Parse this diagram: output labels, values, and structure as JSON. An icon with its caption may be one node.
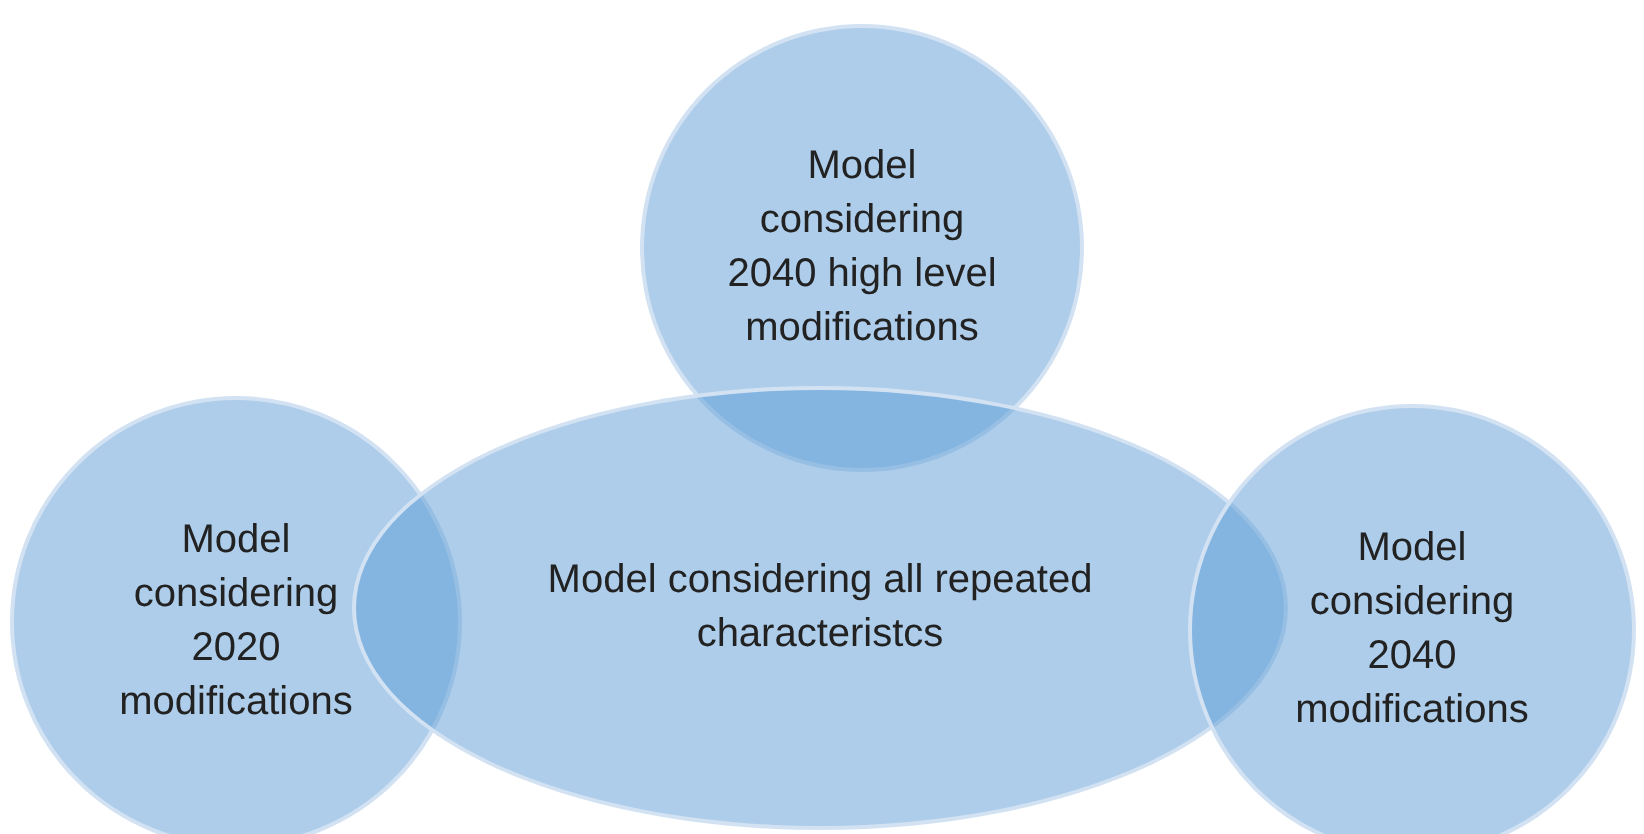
{
  "diagram": {
    "nodes": [
      {
        "text": [
          "Model considering 2040 high level modifications"
        ]
      },
      {
        "text": [
          "Model considering 2020 modifications"
        ]
      },
      {
        "text": [
          "Model considering all repeated characteristcs"
        ]
      },
      {
        "text": [
          "Model considering 2040 modifications"
        ]
      }
    ]
  }
}
